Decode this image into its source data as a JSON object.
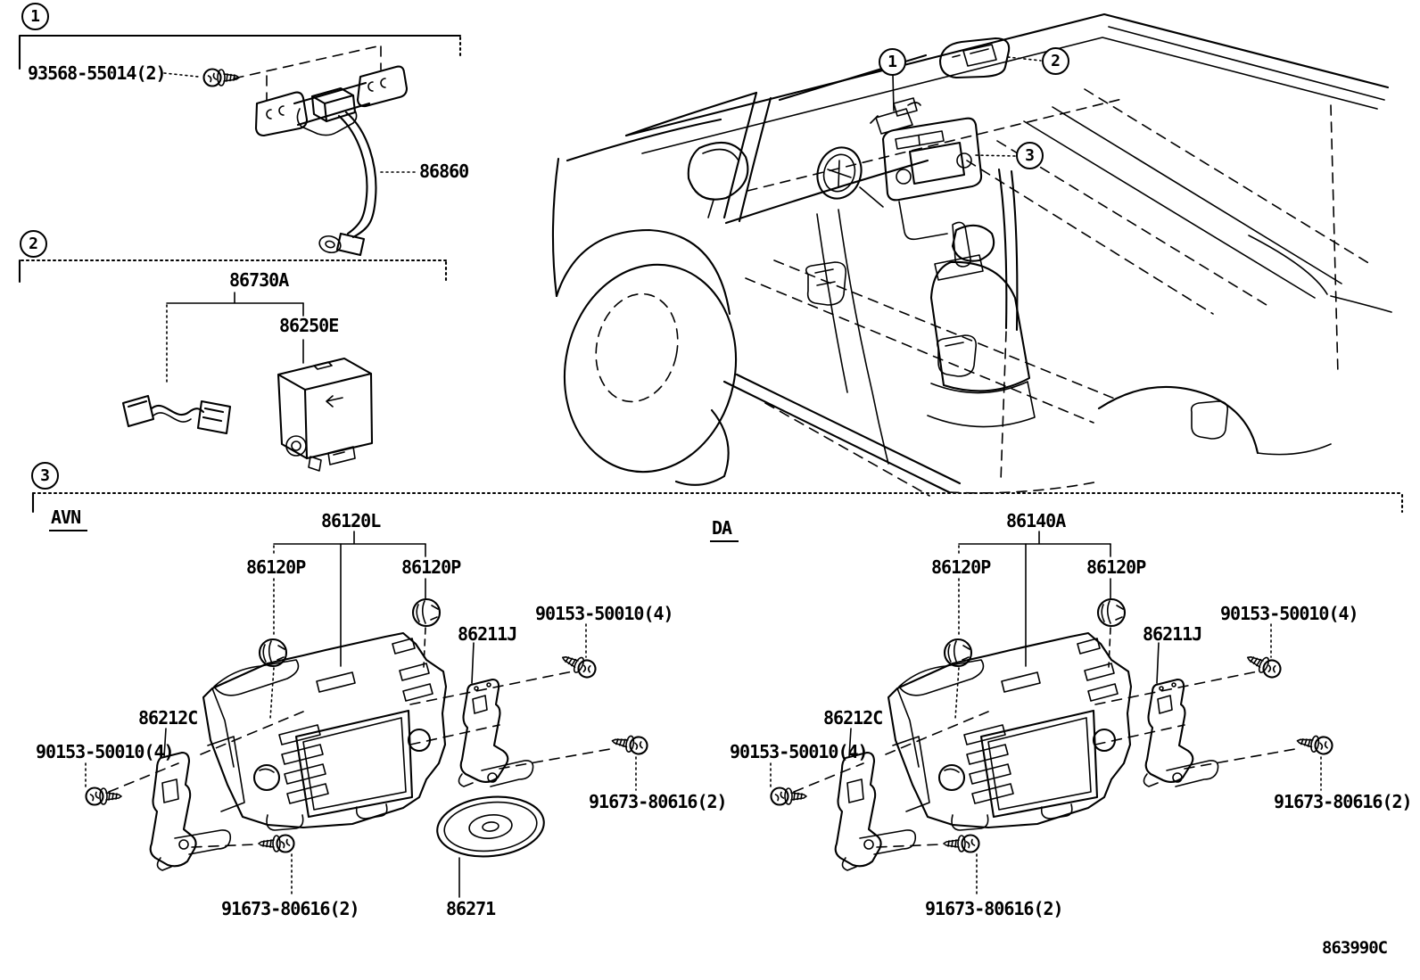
{
  "figure": {
    "code": "863990C"
  },
  "callouts": {
    "c1": "1",
    "c2": "2",
    "c3": "3"
  },
  "section1": {
    "labels": {
      "screw": "93568-55014(2)",
      "antenna": "86860"
    }
  },
  "section2": {
    "labels": {
      "harness": "86730A",
      "amplifier": "86250E"
    }
  },
  "section3": {
    "avn": {
      "variant": "AVN",
      "receiver": "86120L",
      "knob_left": "86120P",
      "knob_right": "86120P",
      "bracket_right": "86211J",
      "bracket_left": "86212C",
      "screw_upper": "90153-50010(4)",
      "screw_side": "90153-50010(4)",
      "screw_lower": "91673-80616(2)",
      "screw_lower_right": "91673-80616(2)",
      "disc": "86271"
    },
    "da": {
      "variant": "DA",
      "receiver": "86140A",
      "knob_left": "86120P",
      "knob_right": "86120P",
      "bracket_right": "86211J",
      "bracket_left": "86212C",
      "screw_upper": "90153-50010(4)",
      "screw_side": "90153-50010(4)",
      "screw_lower": "91673-80616(2)",
      "screw_lower_right": "91673-80616(2)"
    }
  },
  "ink": "#000000"
}
